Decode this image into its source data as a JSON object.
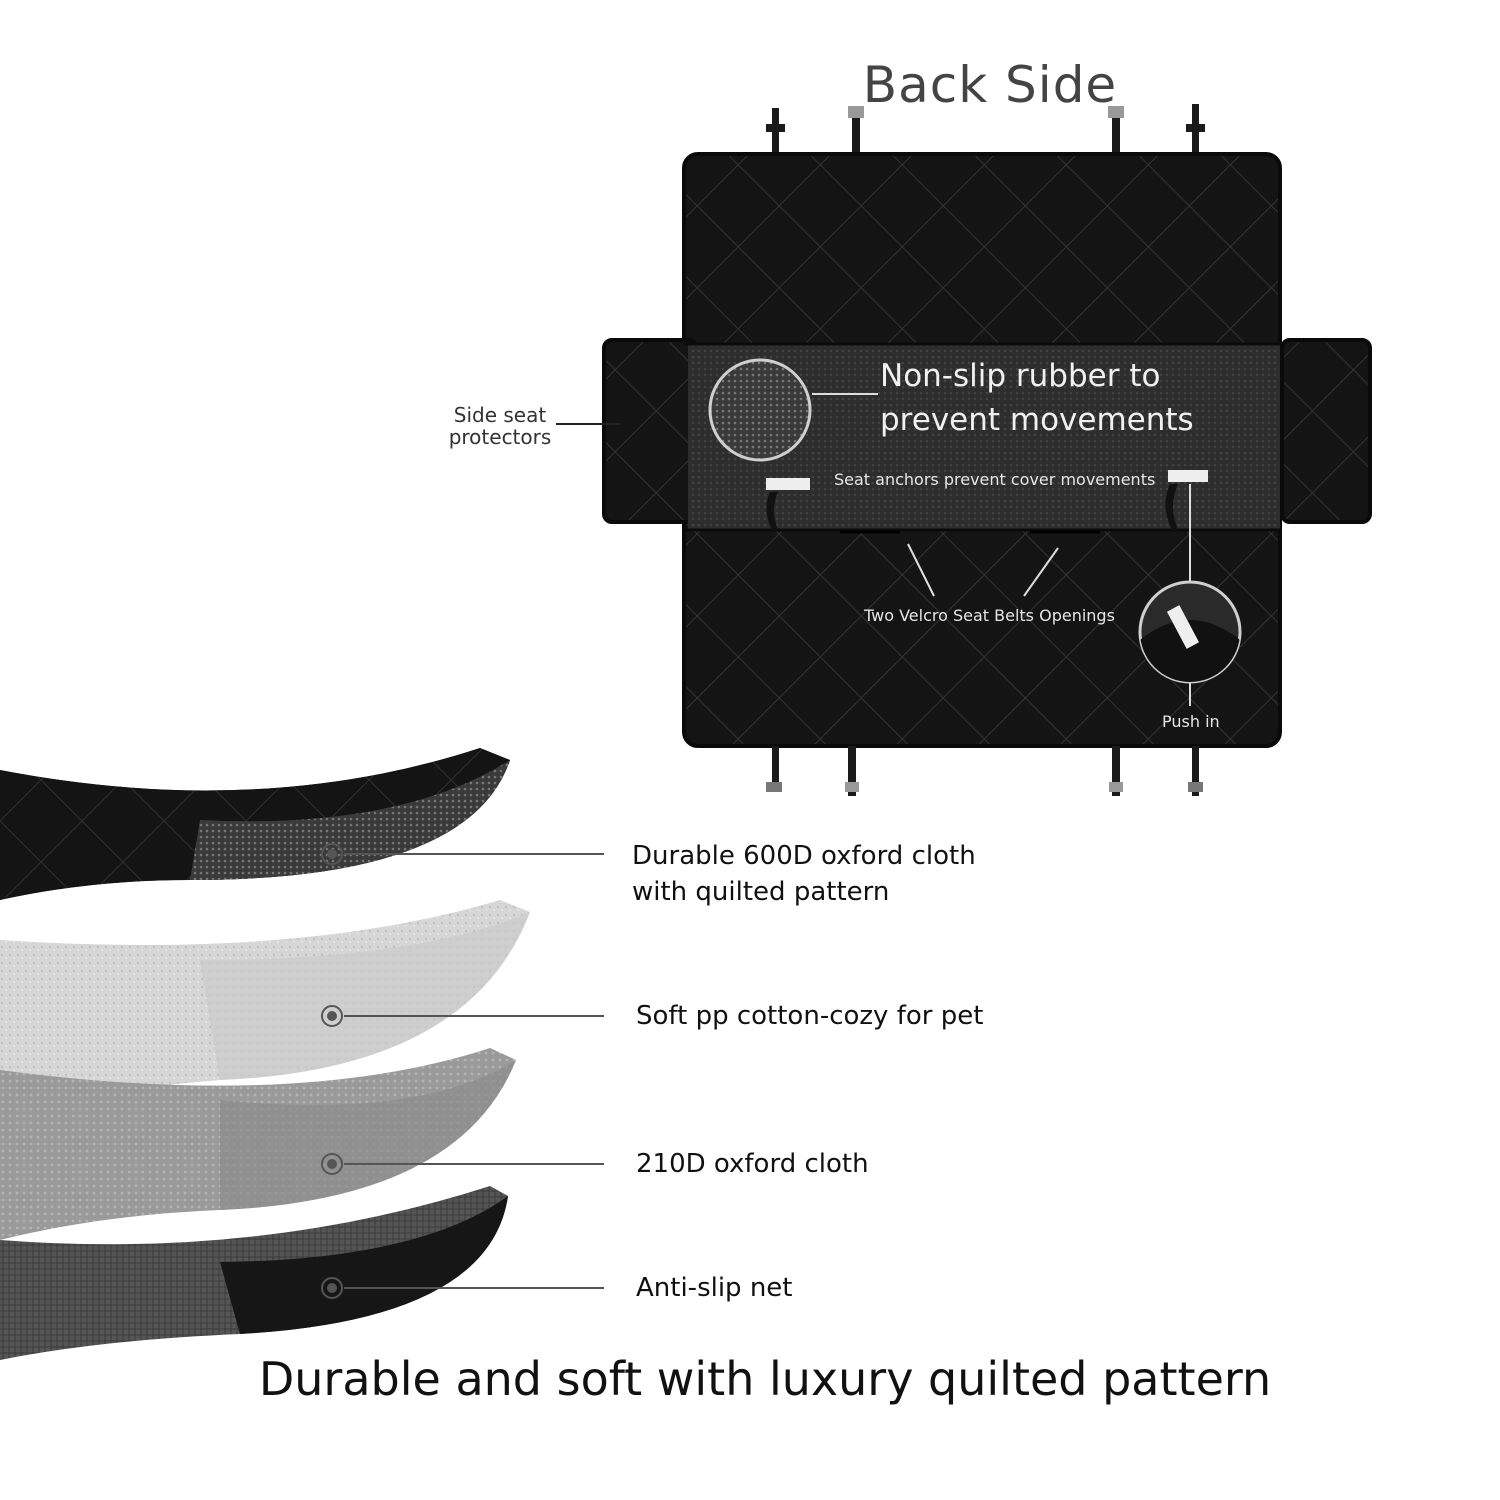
{
  "header": {
    "back_side": "Back Side"
  },
  "cover": {
    "side_seat_line1": "Side seat",
    "side_seat_line2": "protectors",
    "nonslip_line1": "Non-slip rubber to",
    "nonslip_line2": "prevent movements",
    "anchors": "Seat anchors prevent cover movements",
    "velcro": "Two Velcro Seat Belts Openings",
    "push_in": "Push in"
  },
  "layers": [
    {
      "line1": "Durable 600D oxford cloth",
      "line2": "with quilted pattern"
    },
    {
      "line1": "Soft pp cotton-cozy for pet",
      "line2": ""
    },
    {
      "line1": "210D oxford cloth",
      "line2": ""
    },
    {
      "line1": "Anti-slip net",
      "line2": ""
    }
  ],
  "footer": {
    "tagline": "Durable and soft with luxury quilted pattern"
  },
  "colors": {
    "cover": "#141414",
    "stitch": "#2e2e2e",
    "label": "#111111"
  }
}
